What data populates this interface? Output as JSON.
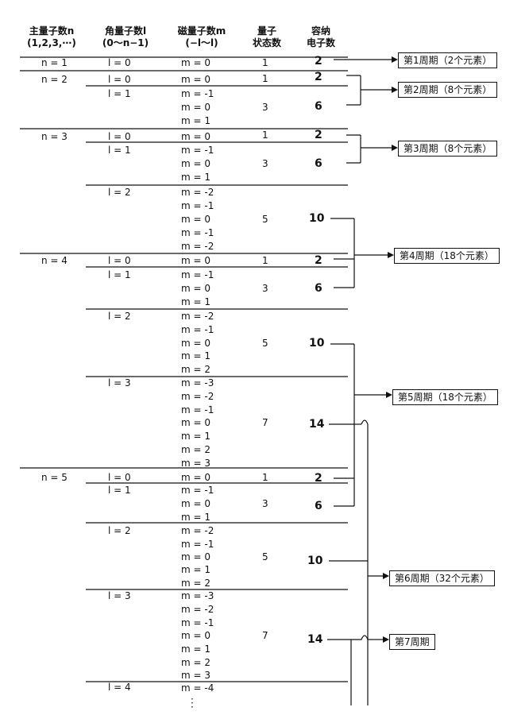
{
  "headers": {
    "n_line1": "主量子数n",
    "n_line2": "(1,2,3,⋯)",
    "l_line1": "角量子数l",
    "l_line2": "(0〜n−1)",
    "m_line1": "磁量子数m",
    "m_line2": "(−l〜l)",
    "s_line1": "量子",
    "s_line2": "状态数",
    "e_line1": "容纳",
    "e_line2": "电子数"
  },
  "n_labels": [
    "n = 1",
    "n = 2",
    "n = 3",
    "n = 4",
    "n = 5"
  ],
  "l_labels": [
    "l = 0",
    "l = 0",
    "l = 1",
    "l = 0",
    "l = 1",
    "l = 2",
    "l = 0",
    "l = 1",
    "l = 2",
    "l = 3",
    "l = 0",
    "l = 1",
    "l = 2",
    "l = 3",
    "l = 4"
  ],
  "m_values": [
    "m = 0",
    "m = 0",
    "m = -1",
    "m = 0",
    "m = 1",
    "m = 0",
    "m = -1",
    "m = 0",
    "m = 1",
    "m = -2",
    "m = -1",
    "m = 0",
    "m = -1",
    "m = -2",
    "m = 0",
    "m = -1",
    "m = 0",
    "m = 1",
    "m = -2",
    "m = -1",
    "m = 0",
    "m = 1",
    "m = 2",
    "m = -3",
    "m = -2",
    "m = -1",
    "m = 0",
    "m = 1",
    "m = 2",
    "m = 3",
    "m = 0",
    "m = -1",
    "m = 0",
    "m = 1",
    "m = -2",
    "m = -1",
    "m = 0",
    "m = 1",
    "m = 2",
    "m = -3",
    "m = -2",
    "m = -1",
    "m = 0",
    "m = 1",
    "m = 2",
    "m = 3",
    "m = -4"
  ],
  "state_counts": [
    "1",
    "1",
    "3",
    "1",
    "3",
    "5",
    "1",
    "3",
    "5",
    "7",
    "1",
    "3",
    "5",
    "7"
  ],
  "electron_counts": [
    "2",
    "2",
    "6",
    "2",
    "6",
    "10",
    "2",
    "6",
    "10",
    "14",
    "2",
    "6",
    "10",
    "14"
  ],
  "periods": [
    "第1周期（2个元素）",
    "第2周期（8个元素）",
    "第3周期（8个元素）",
    "第4周期（18个元素）",
    "第5周期（18个元素）",
    "第6周期（32个元素）",
    "第7周期"
  ]
}
